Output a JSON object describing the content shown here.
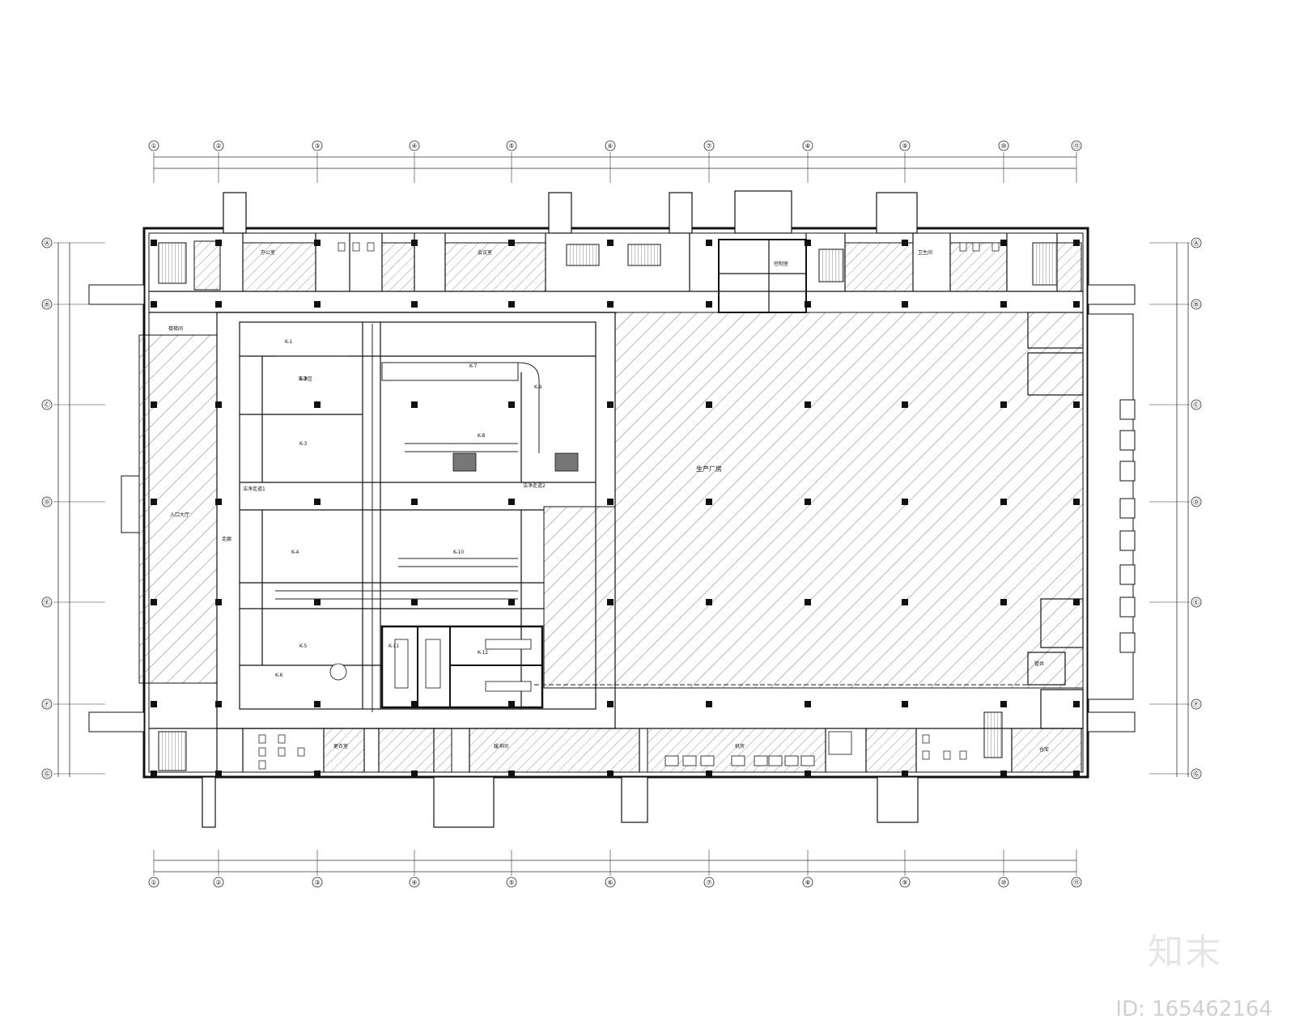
{
  "grid_axes": {
    "columns": [
      "①",
      "②",
      "③",
      "④",
      "⑤",
      "⑥",
      "⑦",
      "⑧",
      "⑨",
      "⑩",
      "⑪"
    ],
    "rows": [
      "Ⓐ",
      "Ⓑ",
      "Ⓒ",
      "Ⓓ",
      "Ⓔ",
      "Ⓕ",
      "Ⓖ"
    ]
  },
  "rooms": {
    "production_workshop": "生产厂房",
    "entrance_hall": "入口大厅",
    "corridor": "走廊",
    "staircase": "楼梯间",
    "toilet": "卫生间",
    "office": "办公室",
    "meeting_room": "会议室",
    "mech_room": "机房",
    "air_lock": "缓冲间",
    "purification_1": "洁净走道1",
    "purification_2": "洁净走道2",
    "changing_room": "更衣室",
    "warehouse": "仓库",
    "pipe_shaft": "管井",
    "control_room": "控制室",
    "clean_area": "洁净区",
    "ahu_labels": [
      "K-1",
      "K-2",
      "K-3",
      "K-4",
      "K-5",
      "K-6",
      "K-7",
      "K-8",
      "K-9",
      "K-10",
      "K-11",
      "K-12"
    ]
  },
  "watermark": {
    "logo": "知末",
    "id": "ID: 165462164"
  }
}
